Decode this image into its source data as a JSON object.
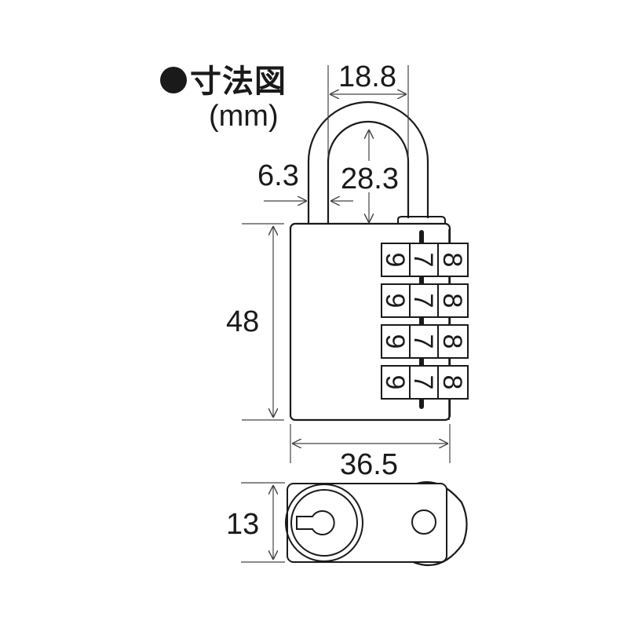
{
  "title": {
    "bullet": "●",
    "text": "寸法図",
    "unit": "(mm)"
  },
  "dimensions": {
    "shackle_inner_width": "18.8",
    "shackle_diameter": "6.3",
    "shackle_clearance": "28.3",
    "body_height": "48",
    "body_width": "36.5",
    "body_depth": "13"
  },
  "dials": {
    "rows": [
      [
        "9",
        "7",
        "8"
      ],
      [
        "9",
        "7",
        "8"
      ],
      [
        "9",
        "7",
        "8"
      ],
      [
        "9",
        "7",
        "8"
      ]
    ]
  },
  "colors": {
    "line": "#1a1a1a",
    "dim_line": "#444444",
    "background": "#ffffff"
  }
}
